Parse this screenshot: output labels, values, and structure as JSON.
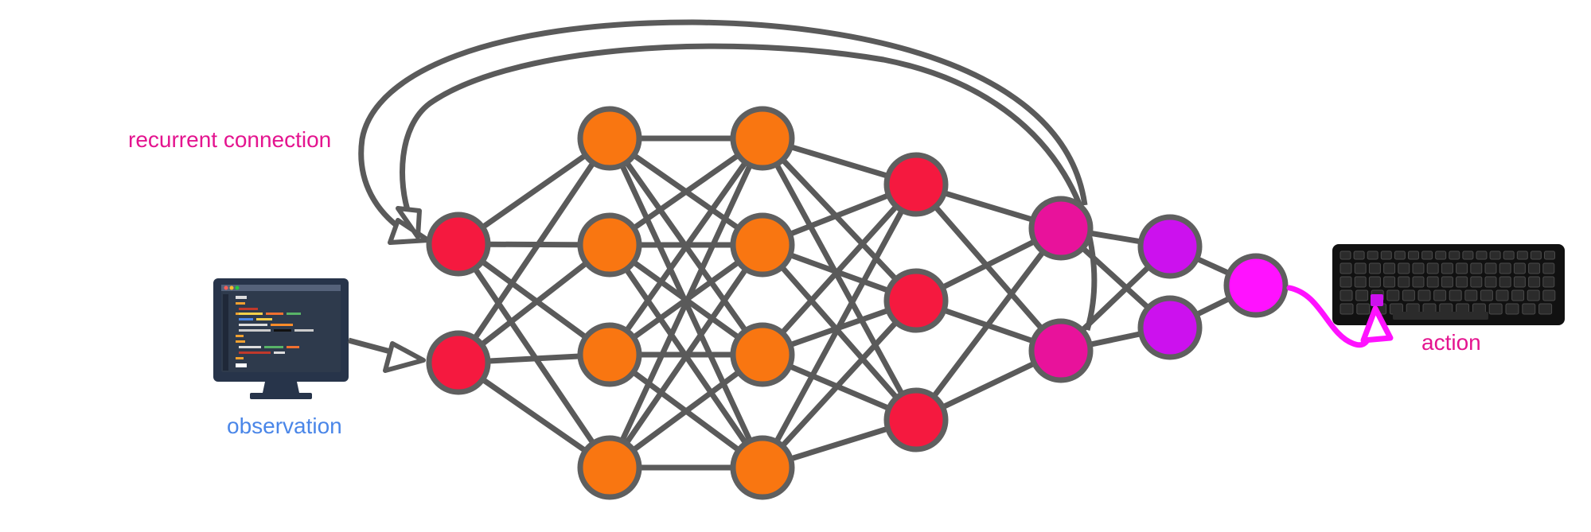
{
  "labels": {
    "recurrent": "recurrent connection",
    "observation": "observation",
    "action": "action"
  },
  "colors": {
    "edge": "#5a5a5a",
    "node_stroke": "#5f5f5f",
    "input_layer": "#f5193f",
    "hidden_orange": "#f97611",
    "hidden_red": "#f5193f",
    "pink_layer": "#e8129b",
    "purple_layer": "#cc11ee",
    "output_magenta": "#ff12ff",
    "label_pink": "#e4148f",
    "label_blue": "#4a86e8",
    "monitor_frame": "#27344a",
    "monitor_screen": "#2e3a4c",
    "keyboard_body": "#111111",
    "keyboard_key": "#2b2b2b",
    "keyboard_highlight": "#cc11ee"
  },
  "network": {
    "layer_sizes": [
      2,
      4,
      4,
      3,
      2,
      2,
      1
    ]
  },
  "icons": {
    "monitor": "monitor-with-code-icon",
    "keyboard": "keyboard-icon"
  }
}
